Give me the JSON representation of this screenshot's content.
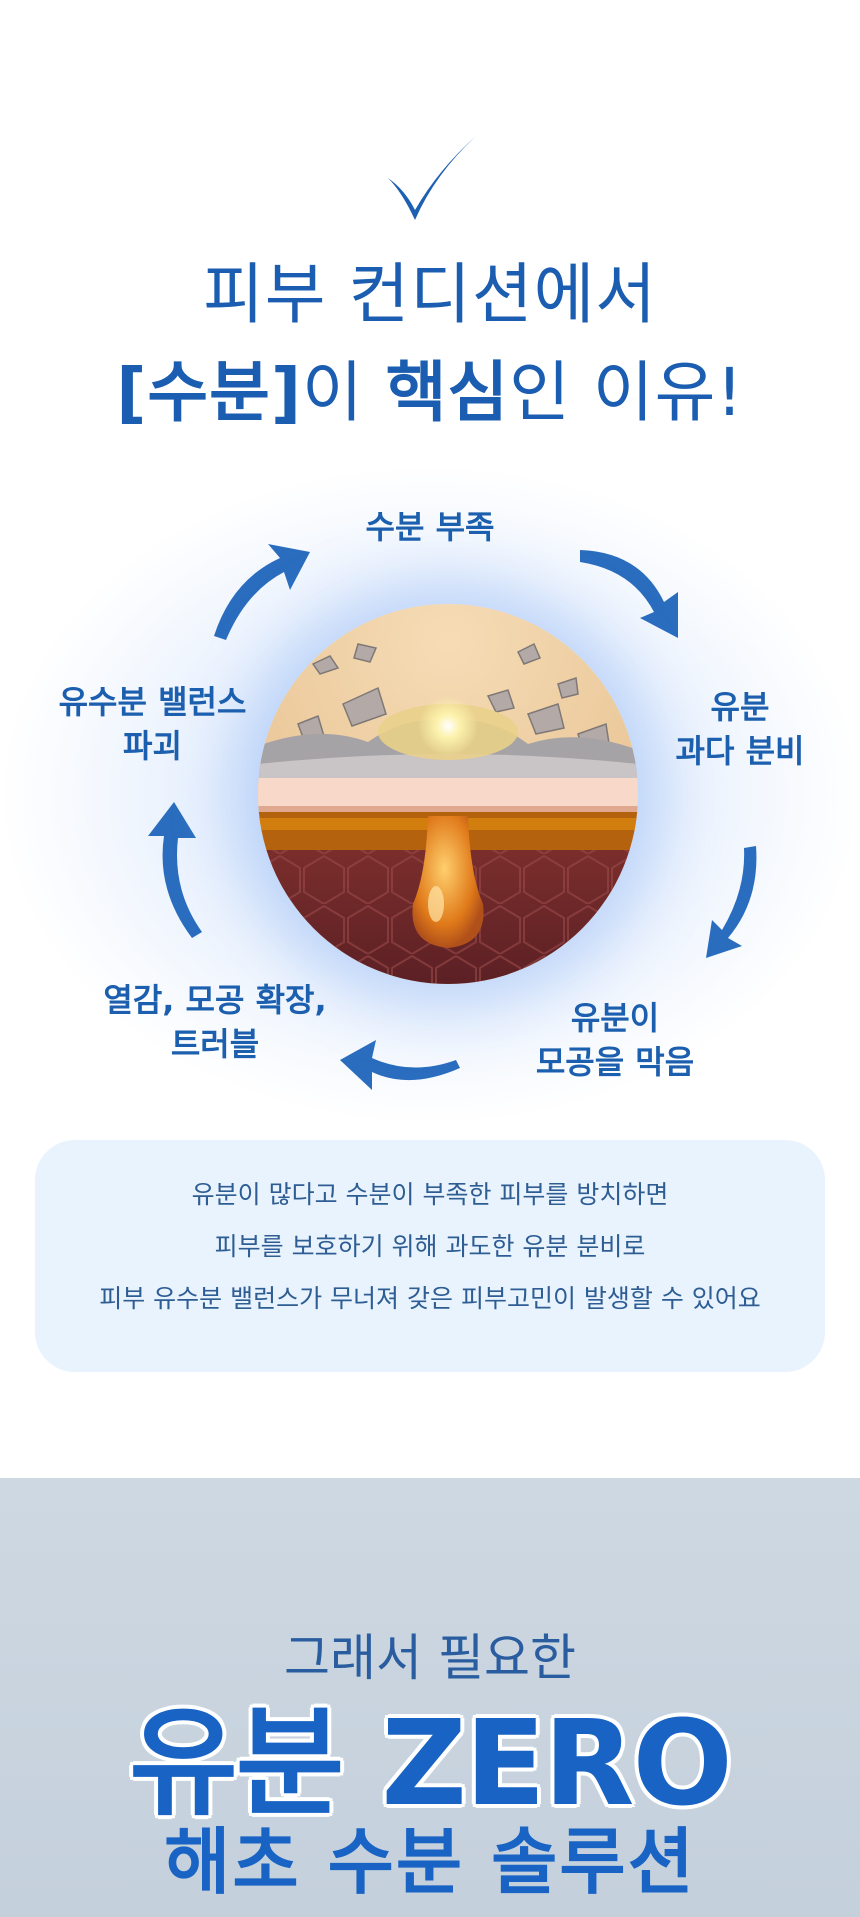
{
  "header": {
    "check_icon": "checkmark-icon",
    "title_line1": "피부 컨디션에서",
    "title_line2_part1": "[수분]",
    "title_line2_part2": "이 ",
    "title_line2_part3": "핵심",
    "title_line2_part4": "인 이유!"
  },
  "cycle": {
    "step1": "수분 부족",
    "step2_line1": "유분",
    "step2_line2": "과다 분비",
    "step3_line1": "유분이",
    "step3_line2": "모공을 막음",
    "step4_line1": "열감, 모공 확장,",
    "step4_line2": "트러블",
    "step5_line1": "유수분 밸런스",
    "step5_line2": "파괴"
  },
  "info": {
    "line1": "유분이 많다고 수분이 부족한 피부를 방치하면",
    "line2": "피부를 보호하기 위해 과도한 유분 분비로",
    "line3": "피부 유수분 밸런스가 무너져 갖은 피부고민이 발생할 수 있어요"
  },
  "solution": {
    "line1": "그래서 필요한",
    "line2": "유분 ZERO",
    "line3": "해초 수분 솔루션"
  },
  "colors": {
    "brand_blue": "#1b5db0",
    "arrow_blue": "#2a6fc0",
    "info_bg": "#e8f3fe",
    "bottom_bg": "#c9d4df"
  }
}
